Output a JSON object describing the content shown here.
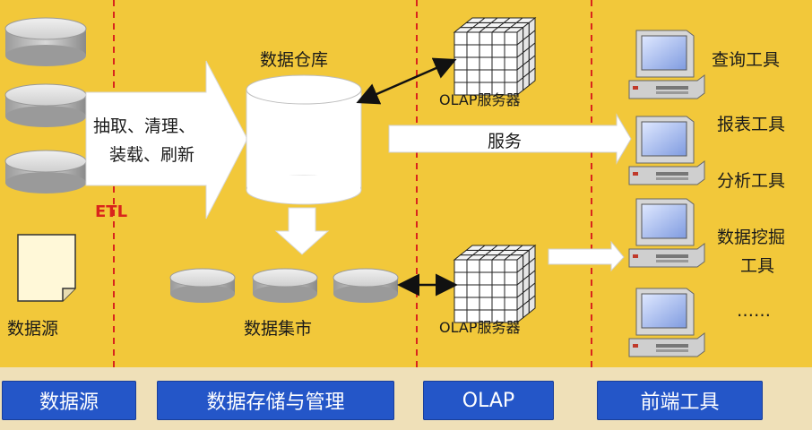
{
  "source_label": "数据源",
  "etl": {
    "label": "ETL",
    "process_line1": "抽取、清理、",
    "process_line2": "装载、刷新"
  },
  "warehouse_label": "数据仓库",
  "datamart_label": "数据集市",
  "olap_top_label": "OLAP服务器",
  "olap_bottom_label": "OLAP服务器",
  "service_label": "服务",
  "tools": {
    "query": "查询工具",
    "report": "报表工具",
    "analysis": "分析工具",
    "mining_line1": "数据挖掘",
    "mining_line2": "工具",
    "more": "……"
  },
  "bottom_tabs": [
    "数据源",
    "数据存储与管理",
    "OLAP",
    "前端工具"
  ],
  "colors": {
    "background": "#f2c83a",
    "tab_blue": "#2456c8",
    "divider_red": "#d9251c",
    "etl_red": "#d9251c"
  }
}
